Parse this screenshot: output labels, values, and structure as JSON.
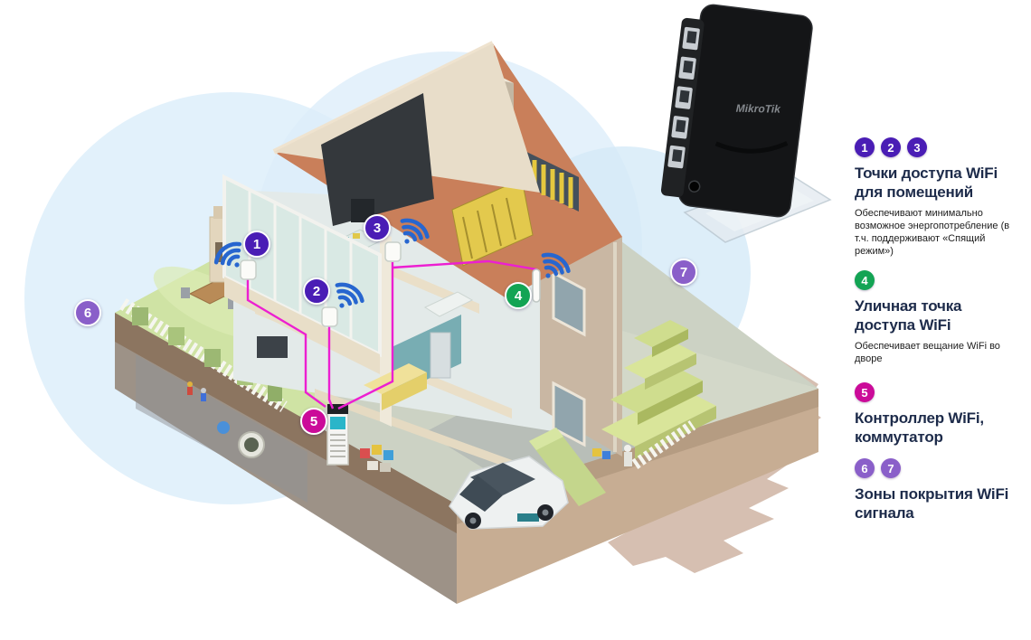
{
  "device": {
    "brand": "MikroTik"
  },
  "legend": {
    "items": [
      {
        "badges": [
          "1",
          "2",
          "3"
        ],
        "badge_color": "#4a1db5",
        "title": "Точки доступа WiFi для помещений",
        "description": "Обеспечивают минимально возможное энергопотребление (в т.ч. поддерживают «Спящий режим»)"
      },
      {
        "badges": [
          "4"
        ],
        "badge_color": "#13a454",
        "title": "Уличная точка доступа WiFi",
        "description": "Обеспечивает вещание WiFi во дворе"
      },
      {
        "badges": [
          "5"
        ],
        "badge_color": "#cb0b99",
        "title": "Контроллер WiFi, коммутатор",
        "description": ""
      },
      {
        "badges": [
          "6",
          "7"
        ],
        "badge_color": "#8a5fc9",
        "title": "Зоны покрытия WiFi сигнала",
        "description": ""
      }
    ]
  },
  "scene": {
    "markers": [
      {
        "label": "1",
        "color": "#4a1db5"
      },
      {
        "label": "2",
        "color": "#4a1db5"
      },
      {
        "label": "3",
        "color": "#4a1db5"
      },
      {
        "label": "4",
        "color": "#13a454"
      },
      {
        "label": "5",
        "color": "#cb0b99"
      },
      {
        "label": "6",
        "color": "#8a5fc9"
      },
      {
        "label": "7",
        "color": "#8a5fc9"
      }
    ],
    "colors": {
      "wifi_icon": "#2766cf",
      "cable": "#ec1fd1",
      "coverage_zone": "#ddeefa",
      "roof": "#c97f5a"
    }
  }
}
